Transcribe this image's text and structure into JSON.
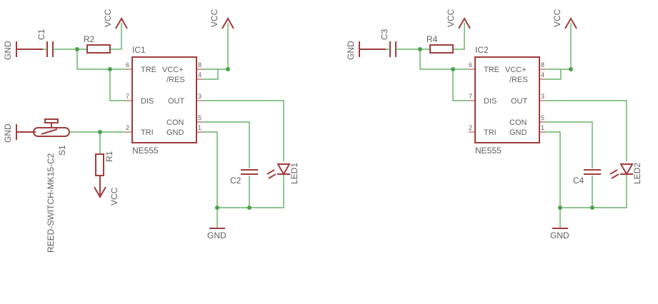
{
  "colors": {
    "symbol": "#a03c3c",
    "wire": "#4aa24a",
    "text": "#606060",
    "background": "#ffffff"
  },
  "circuit1": {
    "ic_name": "IC1",
    "ic_value": "NE555",
    "pins": {
      "tre": "TRE",
      "vcc": "VCC+",
      "res": "/RES",
      "dis": "DIS",
      "out": "OUT",
      "con": "CON",
      "tri": "TRI",
      "gnd": "GND"
    },
    "pin_numbers": {
      "tre": "6",
      "vcc": "8",
      "res": "4",
      "dis": "7",
      "out": "3",
      "con": "5",
      "tri": "2",
      "gnd": "1"
    },
    "c1": "C1",
    "r2": "R2",
    "r1": "R1",
    "c2": "C2",
    "led": "LED1",
    "switch_name": "S1",
    "switch_value": "REED-SWITCH-MK15-C2",
    "supply_vcc": "VCC",
    "supply_gnd": "GND"
  },
  "circuit2": {
    "ic_name": "IC2",
    "ic_value": "NE555",
    "pins": {
      "tre": "TRE",
      "vcc": "VCC+",
      "res": "/RES",
      "dis": "DIS",
      "out": "OUT",
      "con": "CON",
      "tri": "TRI",
      "gnd": "GND"
    },
    "pin_numbers": {
      "tre": "6",
      "vcc": "8",
      "res": "4",
      "dis": "7",
      "out": "3",
      "con": "5",
      "tri": "2",
      "gnd": "1"
    },
    "c3": "C3",
    "r4": "R4",
    "c4": "C4",
    "led": "LED2",
    "supply_vcc": "VCC",
    "supply_gnd": "GND"
  }
}
